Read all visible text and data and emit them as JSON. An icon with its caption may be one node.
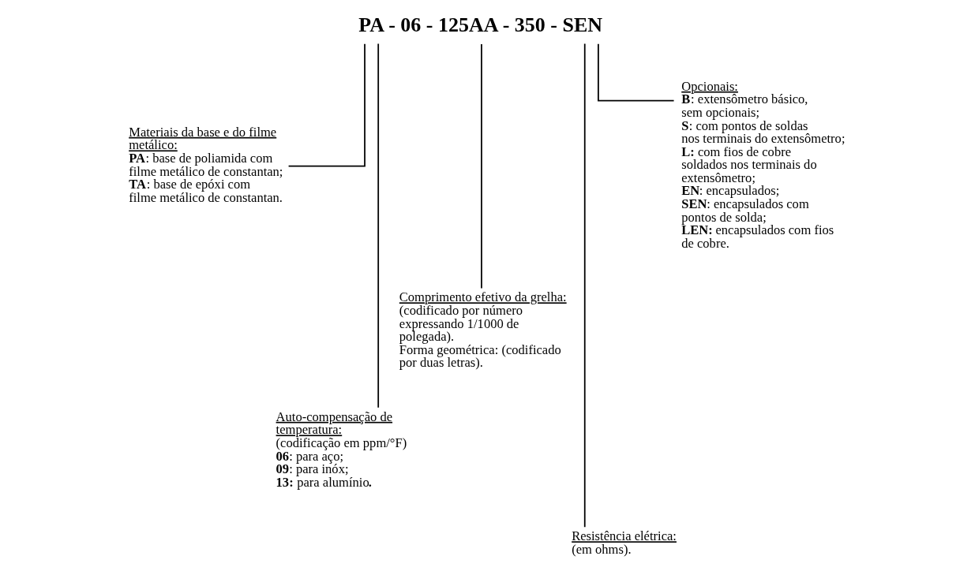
{
  "diagram": {
    "nodes": [
      {
        "text": [
          "PA - 06 - 125AA - 350 - SEN"
        ]
      },
      {
        "text": [
          "Materiais da base e do filme metálico:",
          "**PA**: base de poliamida com filme metálico de constantan;",
          "**TA**: base de epóxi com filme metálico de constantan."
        ]
      },
      {
        "text": [
          "Auto-compensação de temperatura:",
          "(codificação em ppm/°F)",
          "**06**: para aço;",
          "**09**: para inóx;",
          "**13:** para alumínio**.**"
        ]
      },
      {
        "text": [
          "Comprimento efetivo da grelha:",
          "(codificado por número expressando 1/1000 de polegada).",
          "Forma geométrica: (codificado por duas letras)."
        ]
      },
      {
        "text": [
          "Resistência elétrica:",
          "(em ohms)."
        ]
      },
      {
        "text": [
          "Opcionais:",
          "**B**: extensômetro básico, sem opcionais;",
          "**S**: com pontos de soldas nos terminais do extensômetro;",
          "**L:** com fios de cobre soldados nos terminais do extensômetro;",
          "**EN**: encapsulados;",
          "**SEN**: encapsulados com pontos de solda;",
          "**LEN:** encapsulados com fios de cobre."
        ]
      }
    ],
    "edges": [
      {
        "from": 0,
        "to": 1,
        "arrow": "none"
      },
      {
        "from": 0,
        "to": 2,
        "arrow": "none"
      },
      {
        "from": 0,
        "to": 3,
        "arrow": "none"
      },
      {
        "from": 0,
        "to": 4,
        "arrow": "none"
      },
      {
        "from": 0,
        "to": 5,
        "arrow": "none"
      }
    ]
  }
}
